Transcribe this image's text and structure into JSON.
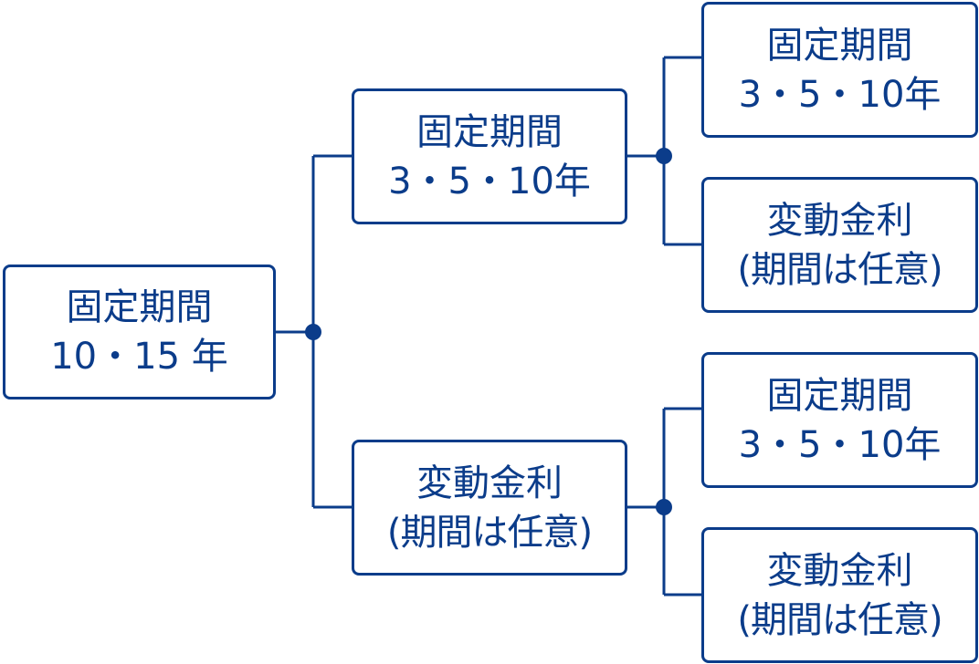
{
  "colors": {
    "line": "#0b3c8a",
    "box_border": "#0b3c8a",
    "text": "#0b3c8a",
    "background": "#ffffff"
  },
  "root": {
    "title": "固定期間",
    "sub": "10・15 年"
  },
  "level1": [
    {
      "title": "固定期間",
      "sub": "3・5・10年"
    },
    {
      "title": "変動金利",
      "sub": "(期間は任意)"
    }
  ],
  "level2": [
    {
      "title": "固定期間",
      "sub": "3・5・10年"
    },
    {
      "title": "変動金利",
      "sub": "(期間は任意)"
    },
    {
      "title": "固定期間",
      "sub": "3・5・10年"
    },
    {
      "title": "変動金利",
      "sub": "(期間は任意)"
    }
  ]
}
